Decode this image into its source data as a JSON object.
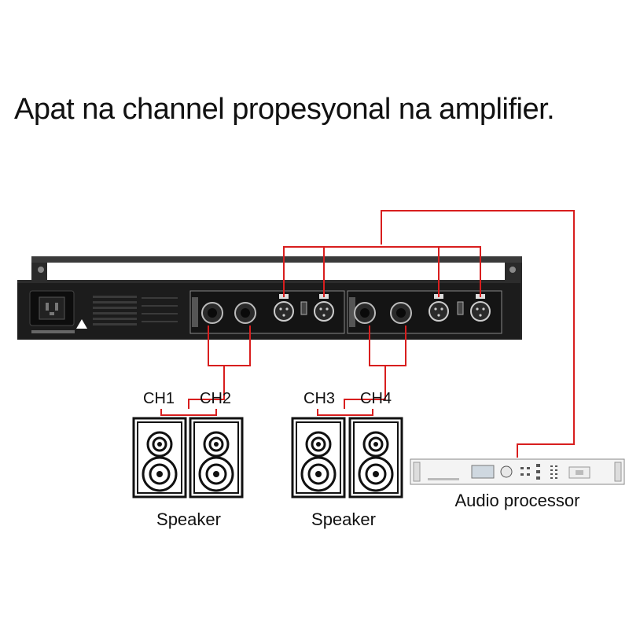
{
  "title": "Apat na channel propesyonal na amplifier.",
  "channels": [
    "CH1",
    "CH2",
    "CH3",
    "CH4"
  ],
  "speaker_labels": [
    "Speaker",
    "Speaker"
  ],
  "processor_label": "Audio processor",
  "wire_color": "#d81e1e",
  "amp_color": "#1c1c1c"
}
